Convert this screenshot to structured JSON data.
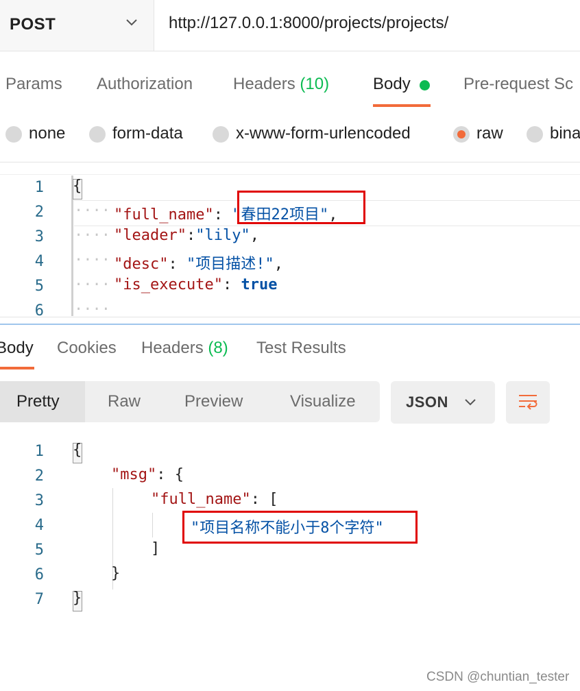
{
  "request": {
    "method": "POST",
    "url": "http://127.0.0.1:8000/projects/projects/",
    "tabs": {
      "params": "Params",
      "authorization": "Authorization",
      "headers": "Headers",
      "headers_count": "(10)",
      "body": "Body",
      "prerequest": "Pre-request Sc"
    },
    "body_types": {
      "none": "none",
      "form_data": "form-data",
      "urlencoded": "x-www-form-urlencoded",
      "raw": "raw",
      "binary": "bina"
    },
    "editor": {
      "line_numbers": [
        "1",
        "2",
        "3",
        "4",
        "5",
        "6"
      ],
      "brace_open": "{",
      "k1": "\"full_name\"",
      "v1": "\"春田22项目\"",
      "k2": "\"leader\"",
      "v2": "\"lily\"",
      "k3": "\"desc\"",
      "v3": "\"项目描述!\"",
      "k4": "\"is_execute\"",
      "v4": "true"
    }
  },
  "response": {
    "tabs": {
      "body": "Body",
      "cookies": "Cookies",
      "headers": "Headers",
      "headers_count": "(8)",
      "test_results": "Test Results"
    },
    "view_modes": {
      "pretty": "Pretty",
      "raw": "Raw",
      "preview": "Preview",
      "visualize": "Visualize"
    },
    "format": "JSON",
    "editor": {
      "line_numbers": [
        "1",
        "2",
        "3",
        "4",
        "5",
        "6",
        "7"
      ],
      "brace_open": "{",
      "k_msg": "\"msg\"",
      "k_full_name": "\"full_name\"",
      "error_msg": "\"项目名称不能小于8个字符\"",
      "bracket_close": "]",
      "brace_close_inner": "}",
      "brace_close": "}"
    }
  },
  "watermark": "CSDN @chuntian_tester",
  "colors": {
    "accent": "#f26b3a",
    "success": "#0cbb52",
    "highlight_box": "#e00000"
  }
}
